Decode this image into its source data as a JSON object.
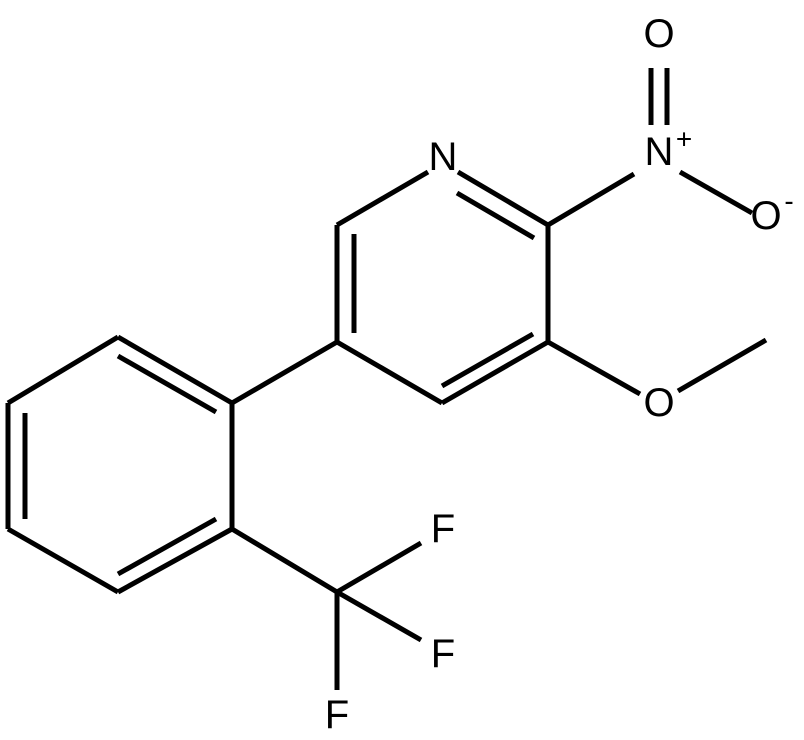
{
  "atoms": {
    "n_ring": "N",
    "n_nitro": "N",
    "n_nitro_charge": "+",
    "o_double": "O",
    "o_minus": "O",
    "o_minus_charge": "-",
    "o_methoxy": "O",
    "f1": "F",
    "f2": "F",
    "f3": "F"
  }
}
